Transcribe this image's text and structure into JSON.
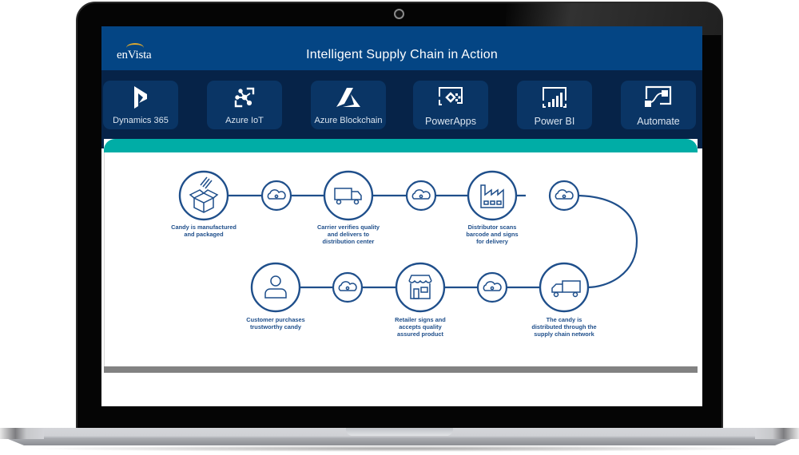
{
  "header": {
    "logo_text": "enVista",
    "title": "Intelligent Supply Chain in Action"
  },
  "colors": {
    "header_blue": "#044584",
    "app_bar_navy": "#062348",
    "app_tile": "#0a3565",
    "teal_accent": "#00ada6",
    "flow_blue": "#1f4f8b",
    "bottom_bar_gray": "#828282"
  },
  "apps": [
    {
      "label": "Dynamics 365",
      "icon": "dynamics-365-icon"
    },
    {
      "label": "Azure IoT",
      "icon": "azure-iot-icon"
    },
    {
      "label": "Azure Blockchain",
      "icon": "azure-icon"
    },
    {
      "label": "PowerApps",
      "icon": "powerapps-icon"
    },
    {
      "label": "Power BI",
      "icon": "power-bi-icon"
    },
    {
      "label": "Automate",
      "icon": "power-automate-icon"
    }
  ],
  "flow": {
    "steps": [
      {
        "icon": "box-icon",
        "text_lines": [
          "Candy is manufactured",
          "and packaged"
        ]
      },
      {
        "icon": "truck-icon",
        "text_lines": [
          "Carrier verifies quality",
          "and delivers to",
          "distribution center"
        ]
      },
      {
        "icon": "factory-icon",
        "text_lines": [
          "Distributor scans",
          "barcode and signs",
          "for delivery"
        ]
      },
      {
        "icon": "truck-icon",
        "text_lines": [
          "The candy is",
          "distributed through the",
          "supply chain network"
        ]
      },
      {
        "icon": "store-icon",
        "text_lines": [
          "Retailer signs and",
          "accepts quality",
          "assured product"
        ]
      },
      {
        "icon": "person-icon",
        "text_lines": [
          "Customer purchases",
          "trustworthy candy"
        ]
      }
    ],
    "connector_icon": "cloud-sync-icon"
  }
}
